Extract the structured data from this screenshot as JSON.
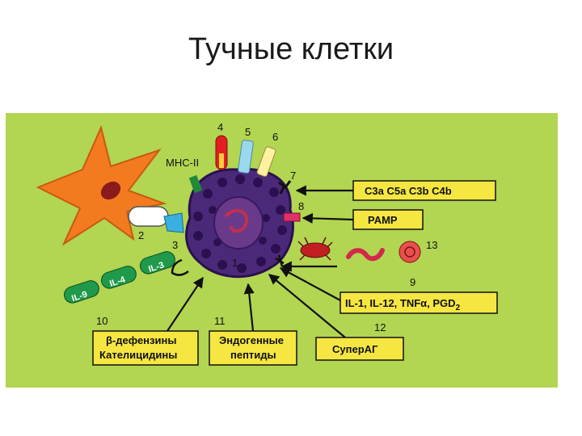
{
  "title": "Тучные клетки",
  "diagram": {
    "labels": {
      "mhc": "MHC-II",
      "n1": "1",
      "n2": "2",
      "n3": "3",
      "n4": "4",
      "n5": "5",
      "n6": "6",
      "n7": "7",
      "n8": "8",
      "n9": "9",
      "n10": "10",
      "n11": "11",
      "n12": "12",
      "n13": "13",
      "il9": "IL-9",
      "il4": "IL-4",
      "il3": "IL-3"
    },
    "boxes": {
      "complement": "C3a C5a C3b C4b",
      "pamp": "PAMP",
      "cytokines_main": "IL-1, IL-12, TNFα, PGD",
      "cytokines_sub": "2",
      "defensins_line1": "β-дефензины",
      "defensins_line2": "Кателицидины",
      "endogenous_line1": "Эндогенные",
      "endogenous_line2": "пептиды",
      "superag": "СуперАГ"
    },
    "colors": {
      "background": "#b2d552",
      "cell": "#4a2a78",
      "nucleus": "#6a3a8a",
      "dendritic": "#f47a20",
      "box": "#f5e642",
      "il_pill": "#1f9a4a"
    }
  }
}
